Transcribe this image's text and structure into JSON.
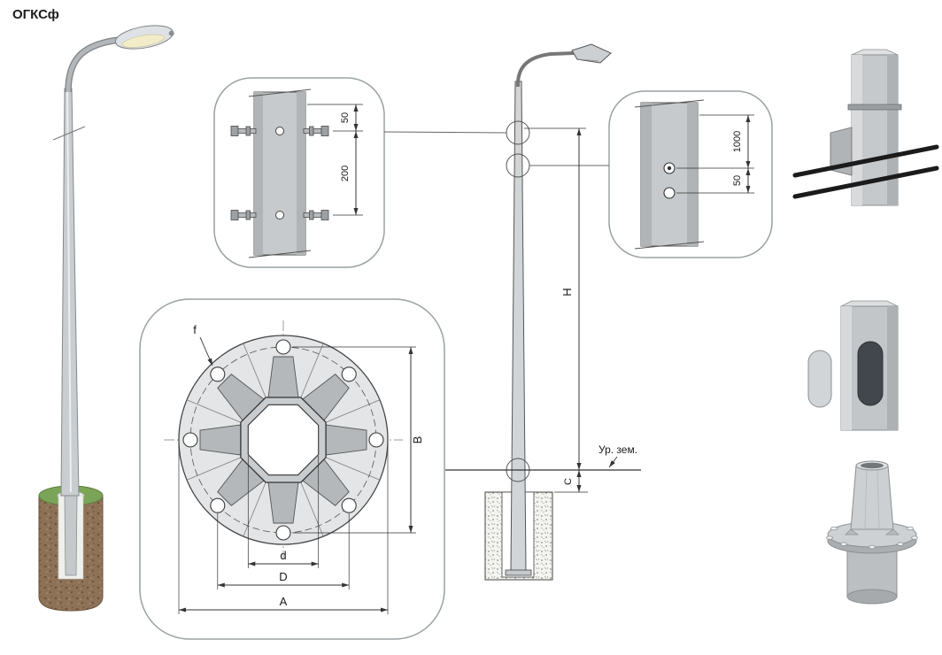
{
  "title": "ОГКСф",
  "detail_top": {
    "dim_upper": "50",
    "dim_lower": "200"
  },
  "detail_right": {
    "dim_upper": "1000",
    "dim_lower": "50"
  },
  "flange_detail": {
    "dim_hole": "f",
    "dim_vertical": "B",
    "dim_inner": "d",
    "dim_bolt_circle": "D",
    "dim_outer": "A"
  },
  "elevation": {
    "dim_height": "H",
    "dim_reveal": "C",
    "ground_label": "Ур. зем."
  },
  "colors": {
    "outline": "#3a3a3a",
    "steel": "#c9cdcf",
    "soil": "#8d7258",
    "grass": "#7ca458",
    "concrete_dot": "#8d8d8d"
  }
}
